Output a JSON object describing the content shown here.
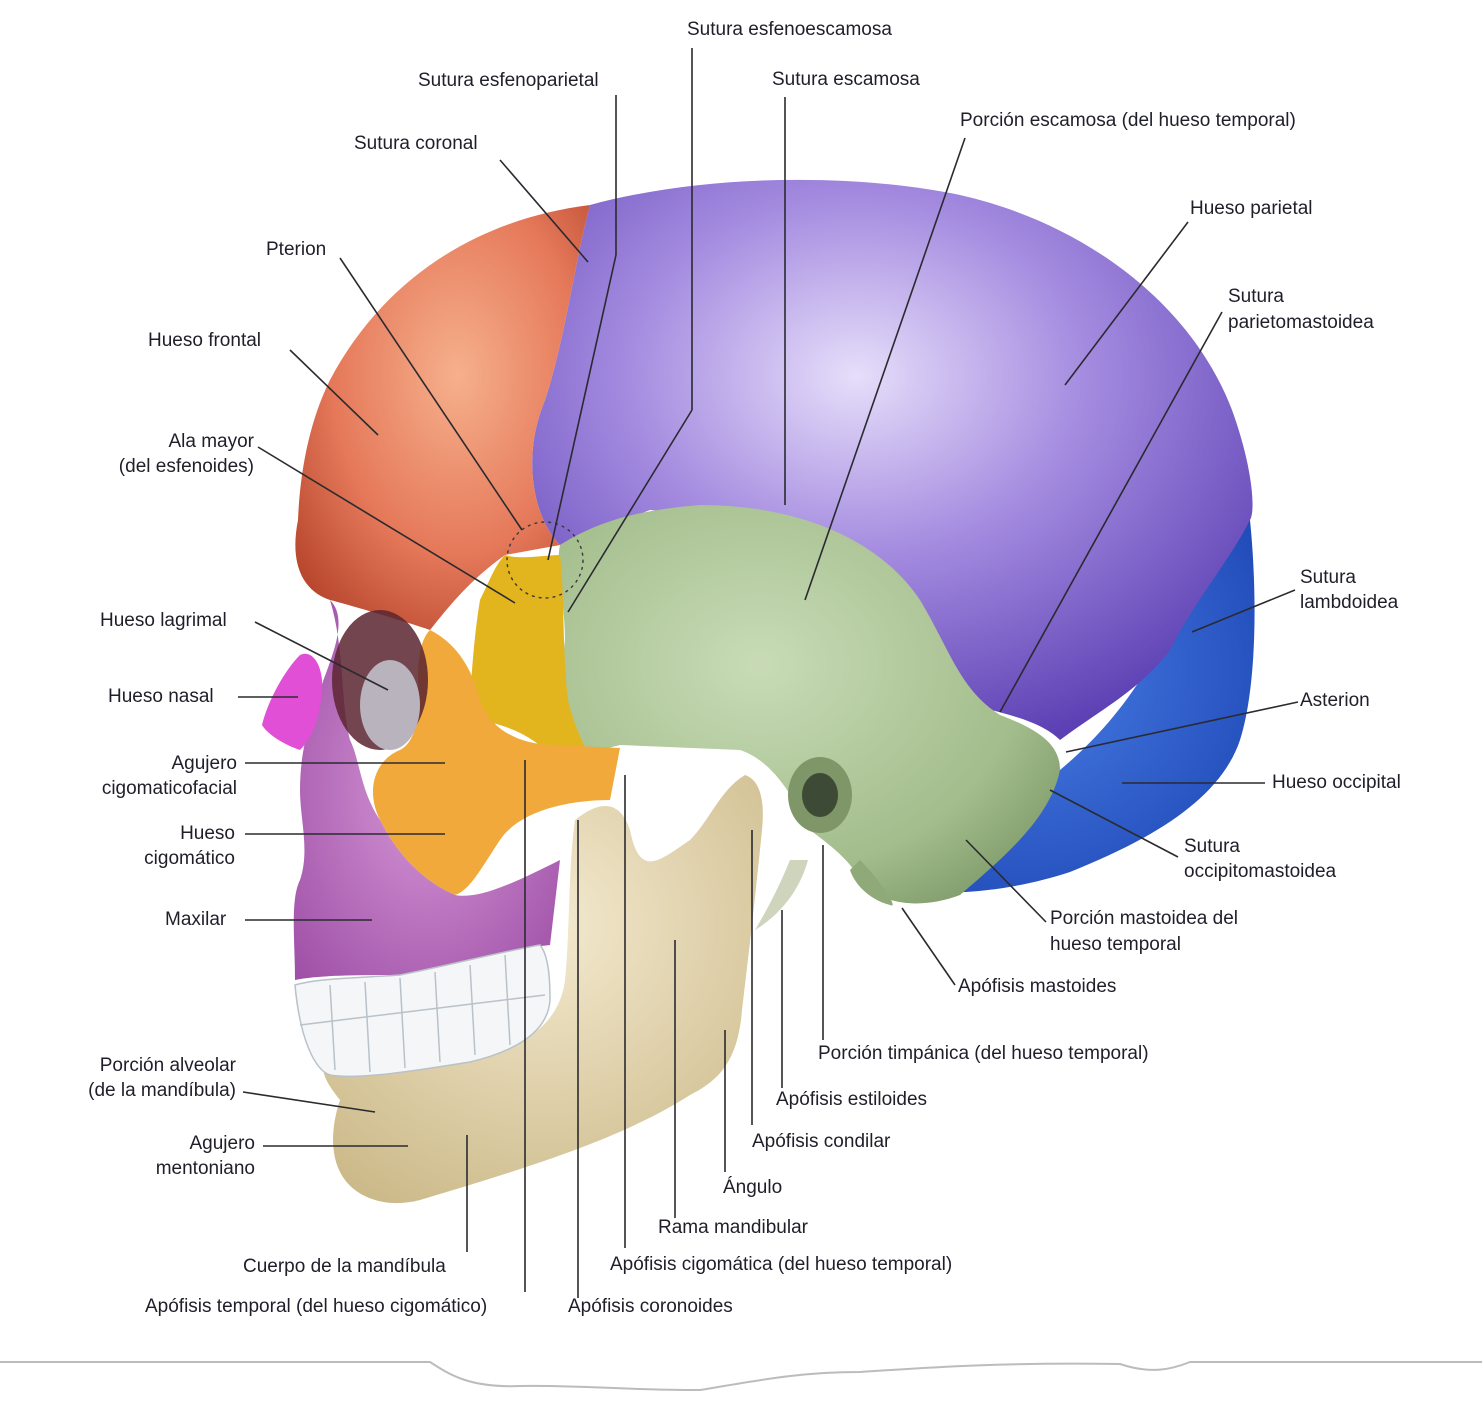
{
  "colors": {
    "background": "#ffffff",
    "frontal": "#e5795a",
    "parietal": "#9a7fd8",
    "temporal": "#a9c294",
    "occipital": "#2f5fd0",
    "sphenoid": "#e2b41e",
    "zygomatic": "#f0a93a",
    "maxilla": "#c577c8",
    "nasal": "#e04fd6",
    "mandible": "#e7d8a6",
    "teeth": "#f4f6f8"
  },
  "labels": {
    "sutura_esfenoescamosa": "Sutura esfenoescamosa",
    "sutura_esfenoparietal": "Sutura esfenoparietal",
    "sutura_escamosa": "Sutura escamosa",
    "porcion_escamosa": "Porción escamosa (del hueso temporal)",
    "sutura_coronal": "Sutura coronal",
    "hueso_parietal": "Hueso parietal",
    "pterion": "Pterion",
    "sutura_parietomastoidea_1": "Sutura",
    "sutura_parietomastoidea_2": "parietomastoidea",
    "hueso_frontal": "Hueso frontal",
    "ala_mayor_1": "Ala mayor",
    "ala_mayor_2": "(del esfenoides)",
    "sutura_lambdoidea_1": "Sutura",
    "sutura_lambdoidea_2": "lambdoidea",
    "hueso_lagrimal": "Hueso lagrimal",
    "hueso_nasal": "Hueso nasal",
    "asterion": "Asterion",
    "agujero_cigomaticofacial_1": "Agujero",
    "agujero_cigomaticofacial_2": "cigomaticofacial",
    "hueso_occipital": "Hueso occipital",
    "hueso_cigomatico_1": "Hueso",
    "hueso_cigomatico_2": "cigomático",
    "sutura_occipitomastoidea_1": "Sutura",
    "sutura_occipitomastoidea_2": "occipitomastoidea",
    "maxilar": "Maxilar",
    "porcion_mastoidea_1": "Porción mastoidea del",
    "porcion_mastoidea_2": "hueso temporal",
    "apofisis_mastoides": "Apófisis mastoides",
    "porcion_timpanica": "Porción timpánica (del hueso temporal)",
    "porcion_alveolar_1": "Porción alveolar",
    "porcion_alveolar_2": "(de la mandíbula)",
    "apofisis_estiloides": "Apófisis estiloides",
    "agujero_mentoniano_1": "Agujero",
    "agujero_mentoniano_2": "mentoniano",
    "apofisis_condilar": "Apófisis condilar",
    "angulo": "Ángulo",
    "rama_mandibular": "Rama mandibular",
    "cuerpo_mandibula": "Cuerpo de la mandíbula",
    "apofisis_cigomatica": "Apófisis cigomática (del hueso temporal)",
    "apofisis_temporal": "Apófisis temporal (del hueso cigomático)",
    "apofisis_coronoides": "Apófisis coronoides"
  }
}
